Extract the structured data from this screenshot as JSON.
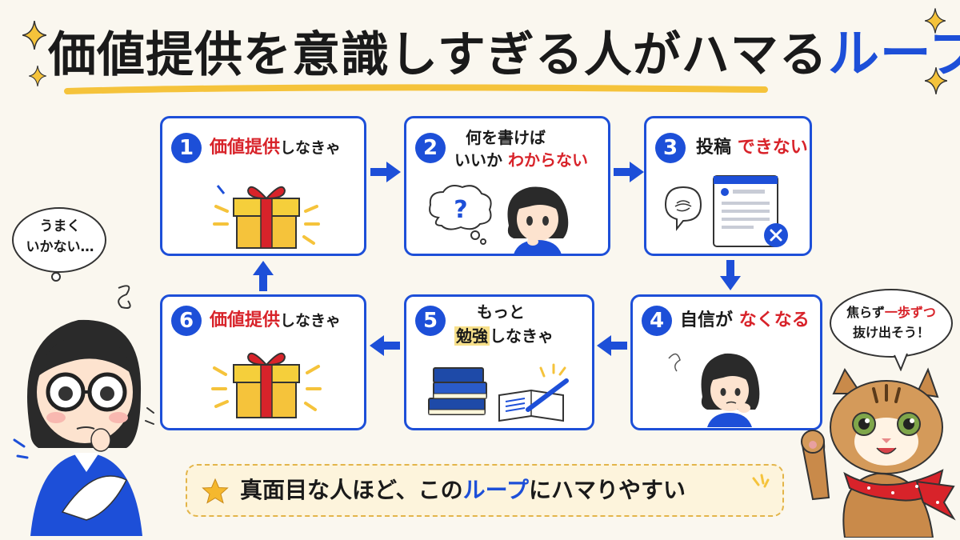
{
  "title": {
    "main": "価値提供を意識しすぎる人がハマる",
    "accent": "ループ"
  },
  "colors": {
    "accent_blue": "#1d4fd8",
    "accent_red": "#d8232a",
    "highlight_yellow": "#f7e08a",
    "background": "#faf7ef"
  },
  "steps": [
    {
      "number": "1",
      "text_red": "価値提供",
      "text_rest": "しなきゃ",
      "icon": "gift-icon"
    },
    {
      "number": "2",
      "line1": "何を書けば",
      "line2_plain": "いいか",
      "line2_red": "わからない",
      "icon": "question-bubble-icon"
    },
    {
      "number": "3",
      "text_plain": "投稿",
      "text_red": "できない",
      "icon": "document-x-icon"
    },
    {
      "number": "4",
      "text_plain": "自信が",
      "text_red": "なくなる",
      "icon": "worried-face-icon"
    },
    {
      "number": "5",
      "line1": "もっと",
      "line2_highlight": "勉強",
      "line2_rest": "しなきゃ",
      "icon": "books-icon"
    },
    {
      "number": "6",
      "text_red": "価値提供",
      "text_rest": "しなきゃ",
      "icon": "gift-icon"
    }
  ],
  "bubbles": {
    "left": {
      "line1": "うまく",
      "line2": "いかない…"
    },
    "right": {
      "line1_plain": "焦らず",
      "line1_red": "一歩ずつ",
      "line2": "抜け出そう！"
    }
  },
  "banner": {
    "part1": "真面目な人ほど、この",
    "accent": "ループ",
    "part2": "にハマりやすい",
    "icon": "star-icon"
  }
}
